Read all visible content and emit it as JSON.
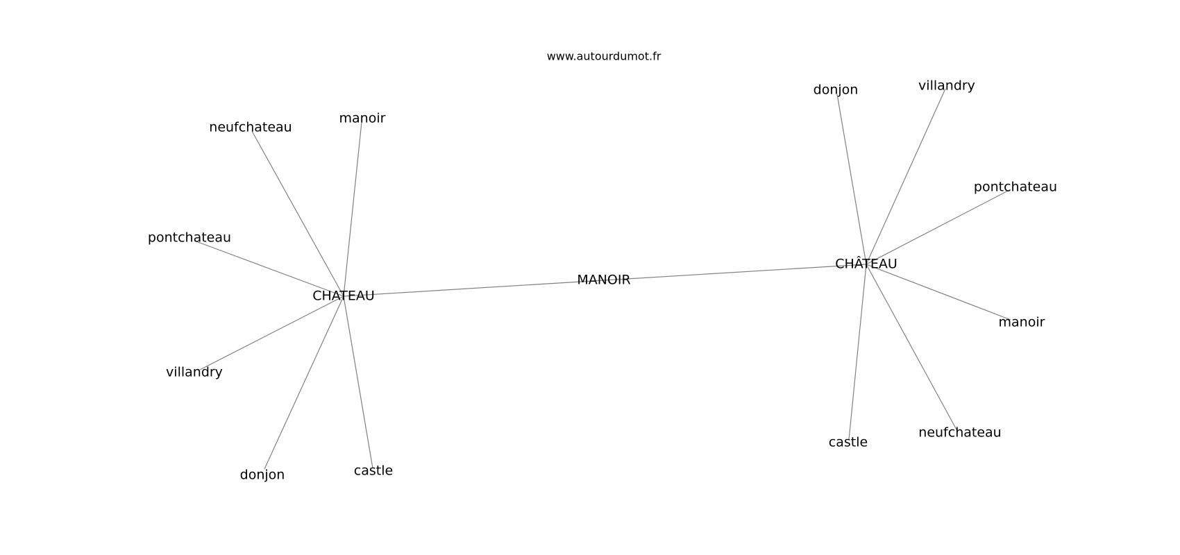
{
  "watermark": "www.autourdumot.fr",
  "graph": {
    "center": "MANOIR",
    "hubs": [
      {
        "label": "CHATEAU",
        "neighbors": [
          "manoir",
          "neufchateau",
          "pontchateau",
          "villandry",
          "donjon",
          "castle"
        ]
      },
      {
        "label": "CHÂTEAU",
        "neighbors": [
          "donjon",
          "villandry",
          "pontchateau",
          "manoir",
          "neufchateau",
          "castle"
        ]
      }
    ]
  },
  "colors": {
    "edge": "#808080",
    "text": "#000000",
    "background": "#ffffff"
  }
}
